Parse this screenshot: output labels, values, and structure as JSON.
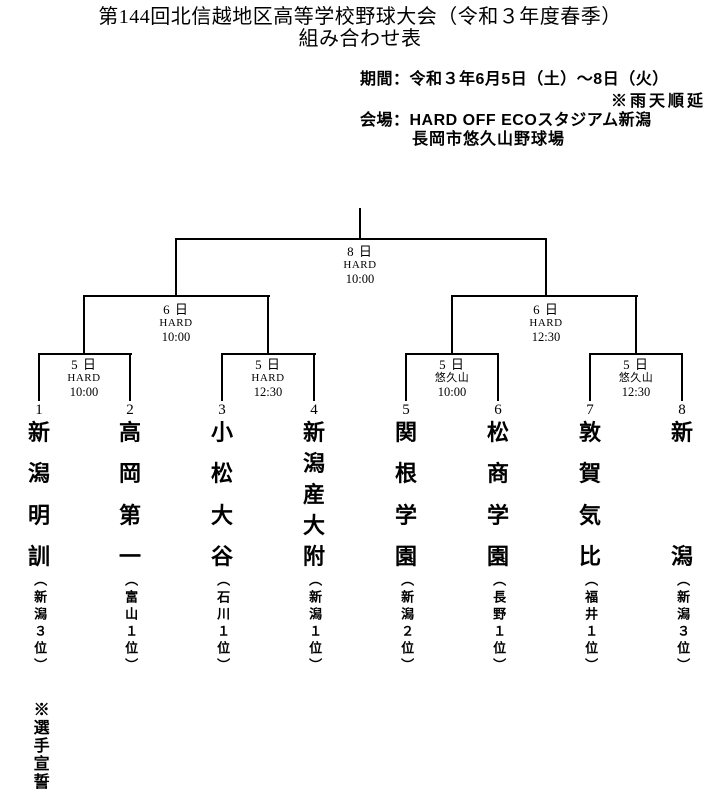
{
  "colors": {
    "text": "#000000",
    "background": "#ffffff"
  },
  "header": {
    "title_line1": "第144回北信越地区高等学校野球大会（令和３年度春季）",
    "title_line2": "組み合わせ表"
  },
  "info": {
    "period": "期間：令和３年6月5日（土）～8日（火）",
    "rain_note": "※雨天順延",
    "venue_line1": "会場：HARD OFF ECOスタジアム新潟",
    "venue_line2": "長岡市悠久山野球場"
  },
  "bracket": {
    "final": {
      "day": "8 日",
      "venue": "HARD",
      "time": "10:00"
    },
    "semifinals": [
      {
        "day": "6 日",
        "venue": "HARD",
        "time": "10:00"
      },
      {
        "day": "6 日",
        "venue": "HARD",
        "time": "12:30"
      }
    ],
    "quarterfinals": [
      {
        "day": "5 日",
        "venue": "HARD",
        "time": "10:00"
      },
      {
        "day": "5 日",
        "venue": "HARD",
        "time": "12:30"
      },
      {
        "day": "5 日",
        "venue": "悠久山",
        "time": "10:00"
      },
      {
        "day": "5 日",
        "venue": "悠久山",
        "time": "12:30"
      }
    ],
    "teams": [
      {
        "number": "1",
        "name": "新潟明訓",
        "seed": "（新潟３位）"
      },
      {
        "number": "2",
        "name": "高岡第一",
        "seed": "（富山１位）"
      },
      {
        "number": "3",
        "name": "小松大谷",
        "seed": "（石川１位）"
      },
      {
        "number": "4",
        "name": "新潟産大附",
        "seed": "（新潟１位）"
      },
      {
        "number": "5",
        "name": "関根学園",
        "seed": "（新潟２位）"
      },
      {
        "number": "6",
        "name": "松商学園",
        "seed": "（長野１位）"
      },
      {
        "number": "7",
        "name": "敦賀気比",
        "seed": "（福井１位）"
      },
      {
        "number": "8",
        "name": "新潟",
        "seed": "（新潟３位）"
      }
    ]
  },
  "footer": {
    "oath_note": "※選手宣誓"
  }
}
